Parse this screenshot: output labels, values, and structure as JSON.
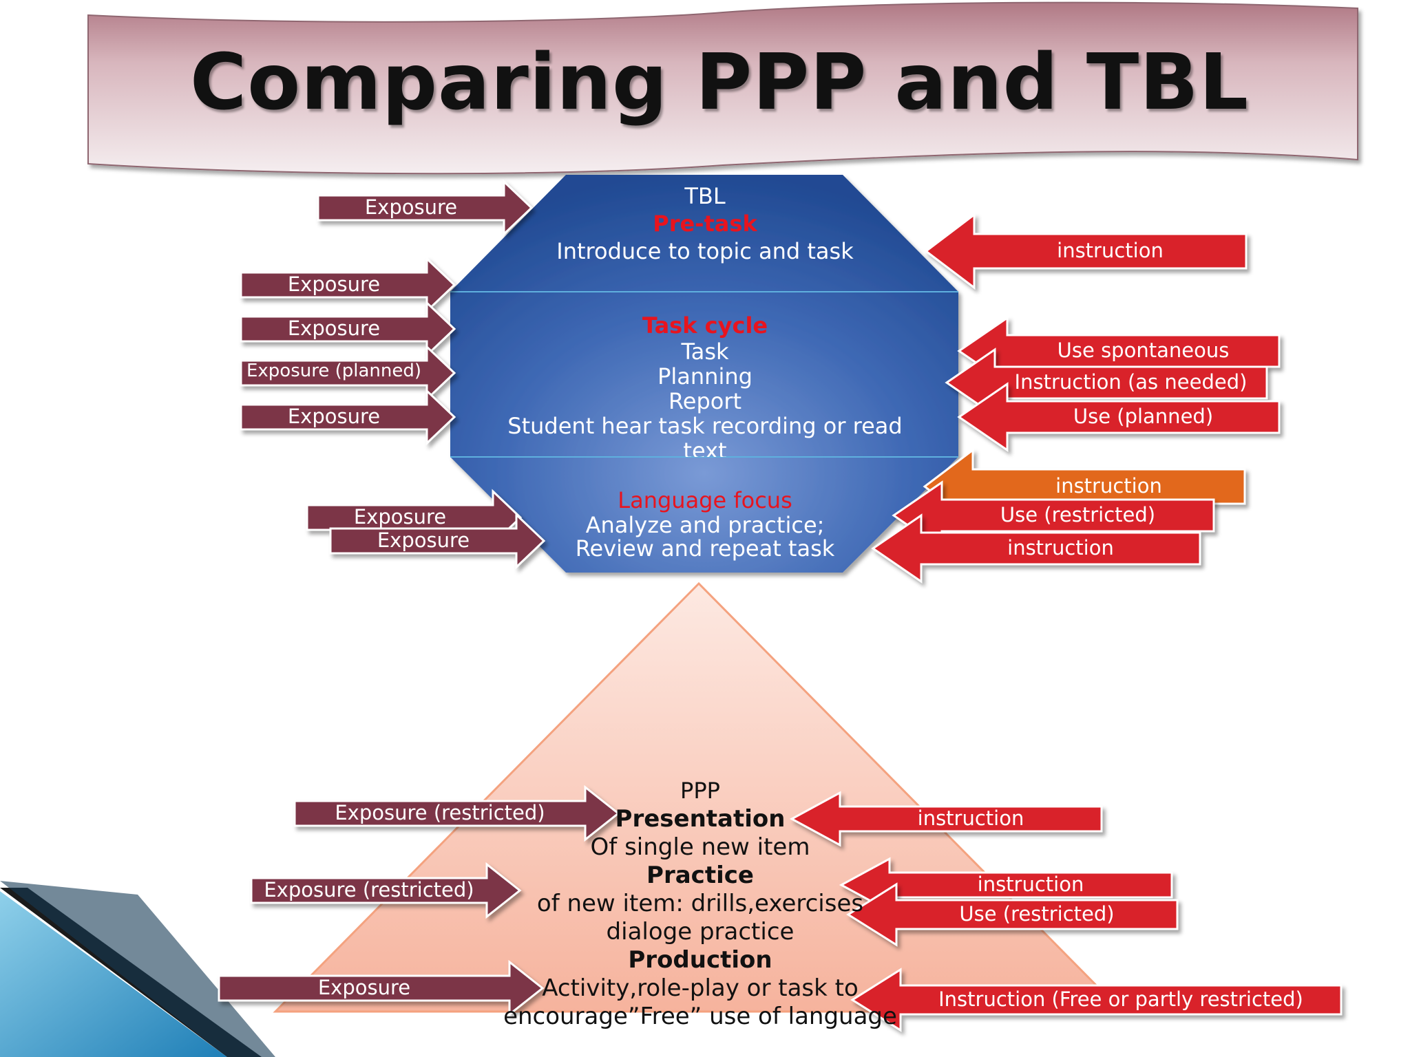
{
  "title": "Comparing  PPP and TBL",
  "tbl": {
    "heading": "TBL",
    "pretask": {
      "title": "Pre-task",
      "line": "Introduce to topic and task"
    },
    "taskcycle": {
      "title": "Task cycle",
      "lines": [
        "Task",
        "Planning",
        "Report",
        "Student hear task recording or read",
        "text"
      ]
    },
    "languagefocus": {
      "title": "Language focus",
      "lines": [
        "Analyze and practice;",
        "Review and repeat task"
      ]
    }
  },
  "tbl_left_arrows": [
    "Exposure",
    "Exposure",
    "Exposure",
    "Exposure (planned)",
    "Exposure",
    "Exposure",
    "Exposure"
  ],
  "tbl_right_arrows": [
    "instruction",
    "Use  spontaneous",
    "Instruction (as needed)",
    "Use (planned)",
    "instruction",
    "Use (restricted)",
    "instruction"
  ],
  "ppp": {
    "heading": "PPP",
    "presentation": {
      "title": "Presentation",
      "line": "Of single new item"
    },
    "practice": {
      "title": "Practice",
      "lines": [
        "of new item: drills,exercises",
        "dialoge practice"
      ]
    },
    "production": {
      "title": "Production",
      "lines": [
        "Activity,role-play or task to",
        "encourage”Free” use of language"
      ]
    }
  },
  "ppp_left_arrows": [
    "Exposure (restricted)",
    "Exposure (restricted)",
    "Exposure"
  ],
  "ppp_right_arrows": [
    "instruction",
    "instruction",
    "Use (restricted)",
    "Instruction (Free or partly restricted)"
  ],
  "colors": {
    "banner": "#c9a0a8",
    "tbl_blue": "#2d5aa6",
    "maroon_arrow": "#7b3646",
    "red_arrow": "#d9202a",
    "orange_arrow": "#e2671f",
    "pyramid": "#f8c0aa",
    "accent_red": "#e8141e"
  }
}
